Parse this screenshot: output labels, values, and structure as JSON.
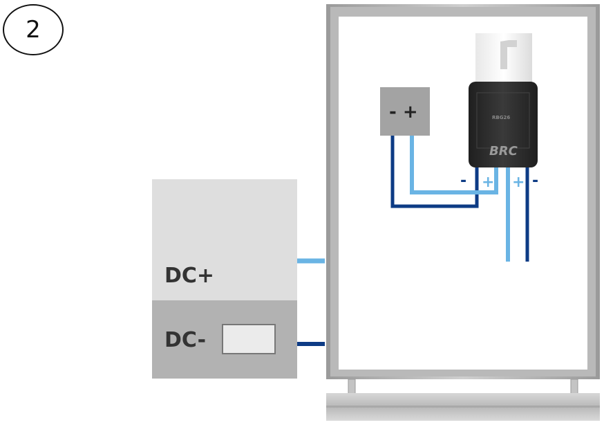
{
  "step_number": "2",
  "power_supply": {
    "positive_label": "DC+",
    "negative_label": "DC-"
  },
  "terminal_block": {
    "label": "- +"
  },
  "connector": {
    "brand": "BRC",
    "model_text": "RBG26",
    "pin_minus_left": "-",
    "pin_plus_left": "+",
    "pin_plus_right": "+",
    "pin_minus_right": "-"
  },
  "colors": {
    "positive_wire": "#6ab4e4",
    "negative_wire": "#0d3b85",
    "connector_body": "#2b2b2b",
    "frame": "#a8a8a8"
  }
}
